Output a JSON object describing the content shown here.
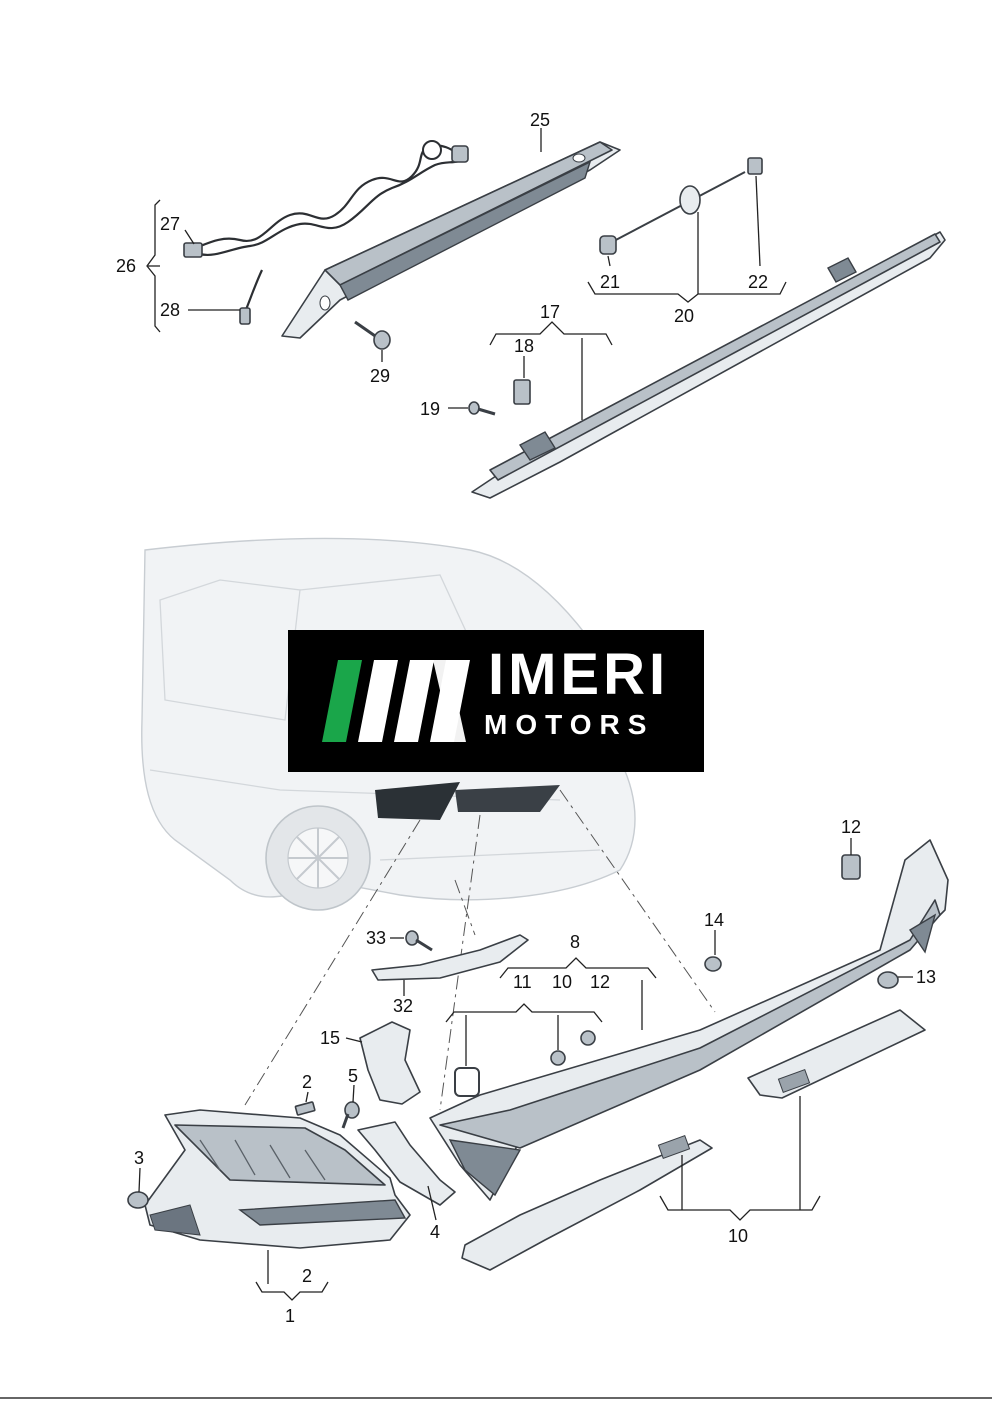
{
  "diagram": {
    "callouts": {
      "c1": "1",
      "c2a": "2",
      "c2b": "2",
      "c3": "3",
      "c4": "4",
      "c5": "5",
      "c8": "8",
      "c10a": "10",
      "c10b": "10",
      "c11": "11",
      "c12a": "12",
      "c12b": "12",
      "c13": "13",
      "c14": "14",
      "c15": "15",
      "c17": "17",
      "c18": "18",
      "c19": "19",
      "c20": "20",
      "c21": "21",
      "c22": "22",
      "c25": "25",
      "c26": "26",
      "c27": "27",
      "c28": "28",
      "c29": "29",
      "c32": "32",
      "c33": "33"
    }
  },
  "watermark": {
    "title": "IMERI",
    "subtitle": "MOTORS",
    "accent_color": "#1aa64a",
    "stripe_color": "#ffffff",
    "background": "#000000"
  }
}
